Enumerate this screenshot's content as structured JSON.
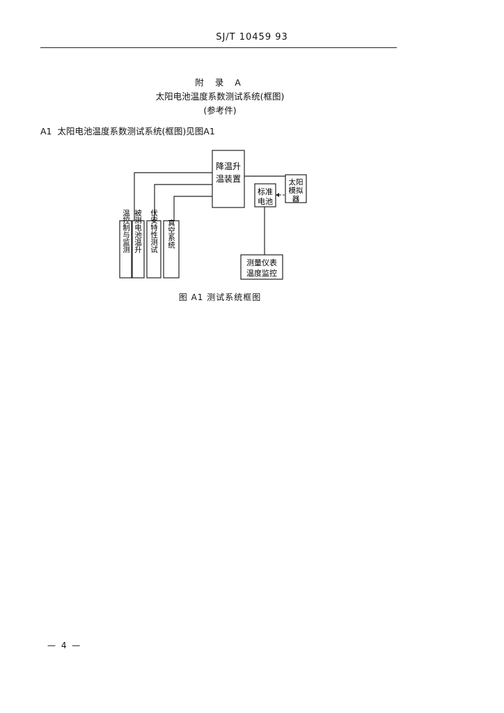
{
  "header": {
    "doc_code": "SJ/T 10459  93"
  },
  "appendix": {
    "label": "附 录 A",
    "title": "太阳电池温度系数测试系统(框图)",
    "note": "(参考件)"
  },
  "section": {
    "number": "A1",
    "text": "太阳电池温度系数测试系统(框图)见图A1"
  },
  "diagram": {
    "chamber": [
      "降温升",
      "温装置"
    ],
    "simulator": [
      "太阳",
      "模拟",
      "器"
    ],
    "std_cell": [
      "标准",
      "电池"
    ],
    "meter": [
      "测量仪表",
      "温度监控"
    ],
    "box_temp_ctrl": "温控制与监测",
    "box_cell_temp": "被测电池温升",
    "box_iv": "伏安特性测试",
    "box_vacuum": "真空系统"
  },
  "figure": {
    "caption": "图 A1  测试系统框图"
  },
  "footer": {
    "page_number": "— 4 —"
  }
}
